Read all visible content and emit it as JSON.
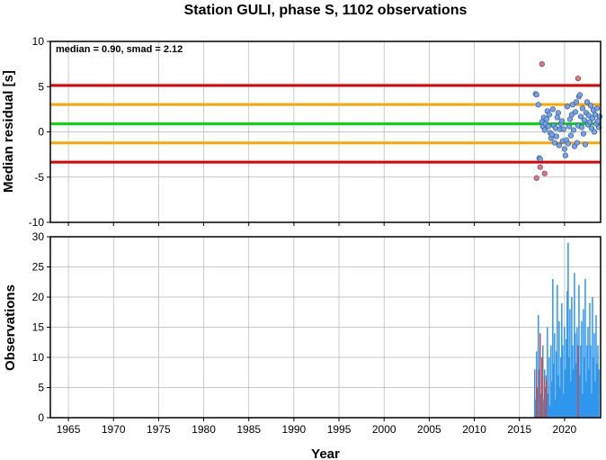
{
  "chart_data": [
    {
      "type": "scatter",
      "title": "Station GULI, phase S, 1102 observations",
      "ylabel": "Median residual [s]",
      "xlim": [
        1963,
        2024
      ],
      "ylim": [
        -10,
        10
      ],
      "yticks": [
        "10",
        "5",
        "0",
        "-5",
        "-10"
      ],
      "annotation": "median = 0.90, smad = 2.12",
      "grid": true,
      "reference_lines": [
        {
          "y": 5.14,
          "color": "#e00000"
        },
        {
          "y": 3.02,
          "color": "#ffa500"
        },
        {
          "y": 0.9,
          "color": "#00e000"
        },
        {
          "y": -1.22,
          "color": "#ffa500"
        },
        {
          "y": -3.34,
          "color": "#e00000"
        }
      ],
      "series": [
        {
          "color": "#6fa4ee",
          "points": [
            [
              2016.8,
              4.2
            ],
            [
              2016.9,
              4.1
            ],
            [
              2017.1,
              3.0
            ],
            [
              2017.2,
              -2.9
            ],
            [
              2017.3,
              -3.0
            ],
            [
              2017.5,
              1.1
            ],
            [
              2017.6,
              0.6
            ],
            [
              2017.7,
              1.6
            ],
            [
              2017.8,
              0.2
            ],
            [
              2017.9,
              0.9
            ],
            [
              2018.0,
              1.4
            ],
            [
              2018.1,
              2.3
            ],
            [
              2018.2,
              0.6
            ],
            [
              2018.3,
              1.9
            ],
            [
              2018.4,
              -0.1
            ],
            [
              2018.5,
              -0.7
            ],
            [
              2018.6,
              -0.3
            ],
            [
              2018.7,
              2.5
            ],
            [
              2018.8,
              0.7
            ],
            [
              2018.9,
              -1.2
            ],
            [
              2019.0,
              0.4
            ],
            [
              2019.1,
              -0.5
            ],
            [
              2019.2,
              1.6
            ],
            [
              2019.3,
              2.1
            ],
            [
              2019.4,
              -1.5
            ],
            [
              2019.5,
              0.3
            ],
            [
              2019.6,
              0.9
            ],
            [
              2019.7,
              1.2
            ],
            [
              2019.8,
              -1.0
            ],
            [
              2019.9,
              0.3
            ],
            [
              2020.0,
              -1.9
            ],
            [
              2020.1,
              -2.6
            ],
            [
              2020.2,
              -0.9
            ],
            [
              2020.3,
              2.8
            ],
            [
              2020.4,
              -1.3
            ],
            [
              2020.5,
              0.6
            ],
            [
              2020.6,
              1.4
            ],
            [
              2020.7,
              -0.4
            ],
            [
              2020.8,
              1.9
            ],
            [
              2020.9,
              3.0
            ],
            [
              2021.0,
              0.2
            ],
            [
              2021.1,
              -1.6
            ],
            [
              2021.2,
              2.2
            ],
            [
              2021.3,
              3.3
            ],
            [
              2021.4,
              -1.2
            ],
            [
              2021.5,
              0.7
            ],
            [
              2021.6,
              3.9
            ],
            [
              2021.7,
              4.1
            ],
            [
              2021.8,
              1.7
            ],
            [
              2021.9,
              0.5
            ],
            [
              2022.0,
              2.6
            ],
            [
              2022.1,
              -0.2
            ],
            [
              2022.2,
              1.3
            ],
            [
              2022.3,
              -1.4
            ],
            [
              2022.4,
              2.1
            ],
            [
              2022.5,
              3.3
            ],
            [
              2022.6,
              0.8
            ],
            [
              2022.7,
              1.8
            ],
            [
              2022.8,
              1.1
            ],
            [
              2022.9,
              2.9
            ],
            [
              2023.0,
              0.4
            ],
            [
              2023.1,
              1.5
            ],
            [
              2023.2,
              2.4
            ],
            [
              2023.3,
              0.0
            ],
            [
              2023.4,
              1.9
            ],
            [
              2023.5,
              0.9
            ],
            [
              2023.6,
              2.6
            ],
            [
              2023.7,
              1.2
            ],
            [
              2023.8,
              0.5
            ],
            [
              2023.9,
              1.7
            ]
          ]
        },
        {
          "color": "#f07070",
          "points": [
            [
              2016.9,
              -5.1
            ],
            [
              2017.3,
              -3.9
            ],
            [
              2017.5,
              7.5
            ],
            [
              2017.8,
              -4.6
            ],
            [
              2021.5,
              5.9
            ]
          ]
        }
      ]
    },
    {
      "type": "bar",
      "xlabel": "Year",
      "ylabel": "Observations",
      "xlim": [
        1963,
        2024
      ],
      "ylim": [
        0,
        30
      ],
      "xticks": [
        "1965",
        "1970",
        "1975",
        "1980",
        "1985",
        "1990",
        "1995",
        "2000",
        "2005",
        "2010",
        "2015",
        "2020"
      ],
      "yticks": [
        "30",
        "25",
        "20",
        "15",
        "10",
        "5",
        "0"
      ],
      "grid": true,
      "series": [
        {
          "color": "#2e96ec",
          "x": [
            2016.7,
            2016.8,
            2016.9,
            2017.0,
            2017.1,
            2017.2,
            2017.3,
            2017.4,
            2017.5,
            2017.6,
            2017.7,
            2017.8,
            2017.9,
            2018.0,
            2018.1,
            2018.2,
            2018.3,
            2018.4,
            2018.5,
            2018.6,
            2018.7,
            2018.8,
            2018.9,
            2019.0,
            2019.1,
            2019.2,
            2019.3,
            2019.4,
            2019.5,
            2019.6,
            2019.7,
            2019.8,
            2019.9,
            2020.0,
            2020.1,
            2020.2,
            2020.3,
            2020.4,
            2020.5,
            2020.6,
            2020.7,
            2020.8,
            2020.9,
            2021.0,
            2021.1,
            2021.2,
            2021.3,
            2021.4,
            2021.5,
            2021.6,
            2021.7,
            2021.8,
            2021.9,
            2022.0,
            2022.1,
            2022.2,
            2022.3,
            2022.4,
            2022.5,
            2022.6,
            2022.7,
            2022.8,
            2022.9,
            2023.0,
            2023.1,
            2023.2,
            2023.3,
            2023.4,
            2023.5,
            2023.6,
            2023.7,
            2023.8
          ],
          "values": [
            8,
            3,
            11,
            5,
            17,
            8,
            10,
            4,
            6,
            12,
            3,
            8,
            5,
            7,
            15,
            4,
            10,
            2,
            12,
            6,
            23,
            9,
            14,
            3,
            11,
            22,
            7,
            16,
            5,
            10,
            19,
            12,
            4,
            15,
            8,
            13,
            21,
            29,
            10,
            18,
            6,
            20,
            12,
            8,
            24,
            14,
            9,
            15,
            11,
            22,
            7,
            12,
            16,
            4,
            18,
            10,
            23,
            6,
            12,
            15,
            8,
            19,
            12,
            4,
            20,
            10,
            14,
            6,
            17,
            9,
            12,
            8
          ]
        },
        {
          "color": "#c05050",
          "x": [
            2016.9,
            2017.0,
            2017.3,
            2017.5,
            2017.8,
            2018.0,
            2021.5
          ],
          "values": [
            8,
            5,
            14,
            10,
            7,
            6,
            12
          ]
        }
      ]
    }
  ]
}
